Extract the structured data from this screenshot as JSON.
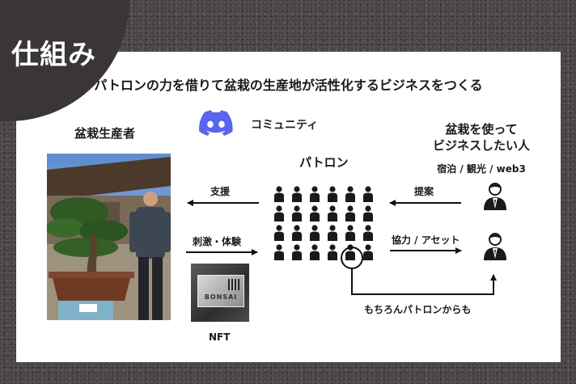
{
  "corner_label": "仕組み",
  "title": "パトロンの力を借りて盆栽の生産地が活性化するビジネスをつくる",
  "community": {
    "icon": "discord-icon",
    "label": "コミュニティ"
  },
  "producer": {
    "label": "盆栽生産者"
  },
  "patron": {
    "label": "パトロン"
  },
  "business_user": {
    "line1": "盆栽を使って",
    "line2": "ビジネスしたい人",
    "sub": "宿泊 / 観光 / web3"
  },
  "arrows": {
    "support": "支援",
    "stimulus": "刺激・体験",
    "proposal": "提案",
    "cooperation": "協力 / アセット",
    "from_patron": "もちろんパトロンからも"
  },
  "nft": {
    "logo_text": "BONSAI",
    "label": "NFT"
  },
  "colors": {
    "discord": "#5865F2",
    "arrow": "#111111",
    "figure": "#1a1a1a"
  }
}
